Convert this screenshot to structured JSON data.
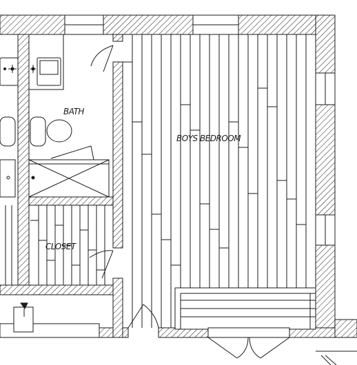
{
  "rooms": {
    "bath": "BATH",
    "boys_bedroom": "BOYS BEDROOM",
    "closet": "CLOSET"
  },
  "colors": {
    "ink": "#1a1a1a",
    "paper": "#ffffff"
  }
}
